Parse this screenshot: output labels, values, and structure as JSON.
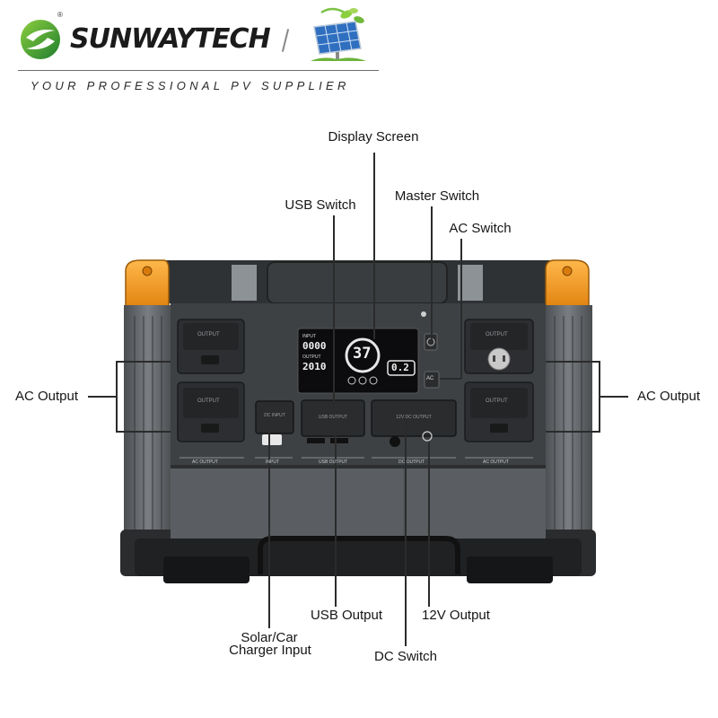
{
  "brand": {
    "name": "SUNWAYTECH",
    "registered_mark": "®",
    "tagline": "YOUR PROFESSIONAL PV SUPPLIER"
  },
  "device_labels": {
    "display_screen": "Display Screen",
    "usb_switch": "USB Switch",
    "master_switch": "Master Switch",
    "ac_switch": "AC Switch",
    "ac_output_left": "AC Output",
    "ac_output_right": "AC Output",
    "usb_output": "USB Output",
    "twelve_v_output": "12V Output",
    "solar_car_input_line1": "Solar/Car",
    "solar_car_input_line2": "Charger Input",
    "dc_switch": "DC Switch"
  },
  "panel_text": {
    "lcd_input_label": "INPUT",
    "lcd_input_value": "0000",
    "lcd_output_label": "OUTPUT",
    "lcd_output_value": "2010",
    "lcd_battery_value": "37",
    "lcd_right_value": "0.2",
    "ac_button": "AC",
    "left_ac_outlet_top": "OUTPUT",
    "left_ac_outlet_bottom": "OUTPUT",
    "right_ac_outlet_top": "OUTPUT",
    "right_ac_outlet_bottom": "OUTPUT",
    "dc_input_cover": "DC INPUT",
    "usb_cover": "USB OUTPUT",
    "dc_cover": "12V DC OUTPUT",
    "ac_output_caption_left": "AC OUTPUT",
    "input_caption": "INPUT",
    "usb_output_caption": "USB OUTPUT",
    "dc_output_caption": "DC OUTPUT",
    "ac_output_caption_right": "AC OUTPUT"
  },
  "colors": {
    "accent_orange": "#f39a1e",
    "body_dark": "#3a3d40",
    "body_mid": "#55595c",
    "lcd_black": "#0c0c0e",
    "logo_green": "#3aa03c"
  }
}
